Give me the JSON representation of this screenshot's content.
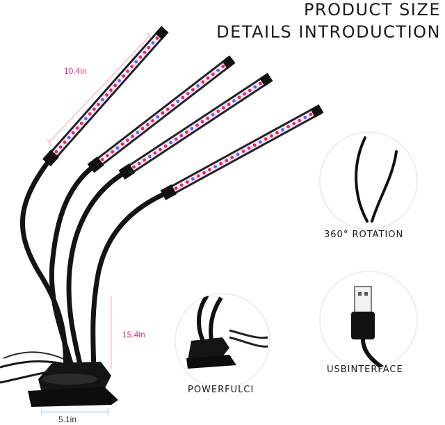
{
  "header": {
    "line1": "PRODUCT SIZE",
    "line2": "DETAILS INTRODUCTION"
  },
  "dimensions": {
    "bar_length": "10.4in",
    "height": "15.4in",
    "clip_width": "5.1in"
  },
  "features": {
    "rotation": "360° ROTATION",
    "clip": "POWERFULCI",
    "usb": "USBINTERFACE"
  },
  "colors": {
    "dimension_accent": "#e0306e",
    "dimension_line": "#f2a3bd",
    "led_red": "#e8285a",
    "led_blue": "#6a5cff",
    "housing": "#111111"
  }
}
